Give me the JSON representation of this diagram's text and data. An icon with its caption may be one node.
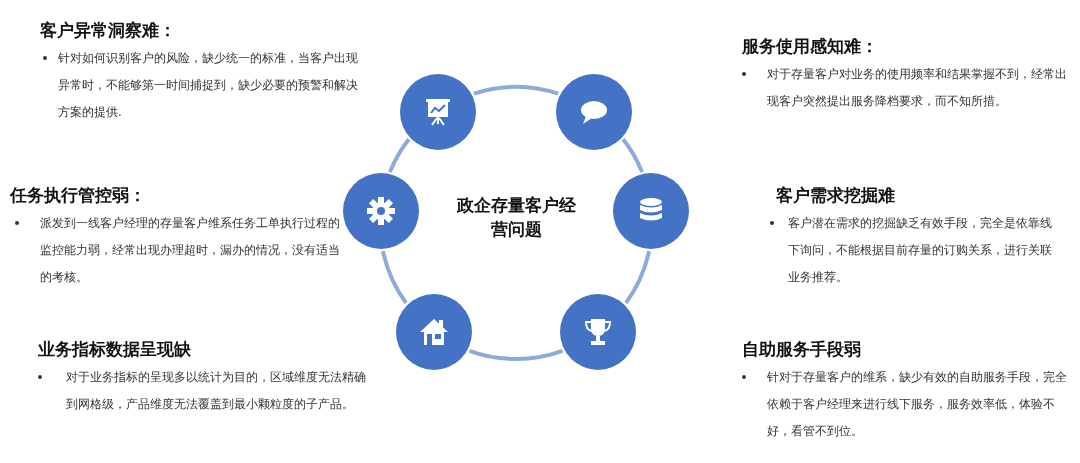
{
  "diagram": {
    "nodes": [
      {
        "text": [
          "政企存量客户经营问题"
        ]
      },
      {
        "text": [],
        "shape": "circle"
      },
      {
        "text": [],
        "shape": "circle"
      },
      {
        "text": [],
        "shape": "circle"
      },
      {
        "text": [],
        "shape": "circle"
      },
      {
        "text": [],
        "shape": "circle"
      },
      {
        "text": [],
        "shape": "circle"
      }
    ],
    "labels": [
      "客户异常洞察难：",
      "针对如何识别客户的风险，缺少统一的标准，当客户出现异常时，不能够第一时间捕捉到，缺少必要的预警和解决方案的提供.",
      "服务使用感知难：",
      "对于存量客户对业务的使用频率和结果掌握不到，经常出现客户突然提出服务降档要求，而不知所措。",
      "任务执行管控弱：",
      "派发到一线客户经理的存量客户维系任务工单执行过程的监控能力弱，经常出现办理超时，漏办的情况，没有适当的考核。",
      "客户需求挖掘难",
      "客户潜在需求的挖掘缺乏有效手段，完全是依靠线下询问，不能根据目前存量的订购关系，进行关联业务推荐。",
      "业务指标数据呈现缺",
      "对于业务指标的呈现多以统计为目的，区域维度无法精确到网格级，产品维度无法覆盖到最小颗粒度的子产品。",
      "自助服务手段弱",
      "针对于存量客户的维系，缺少有效的自助服务手段，完全依赖于客户经理来进行线下服务，服务效率低，体验不好，看管不到位。"
    ]
  }
}
